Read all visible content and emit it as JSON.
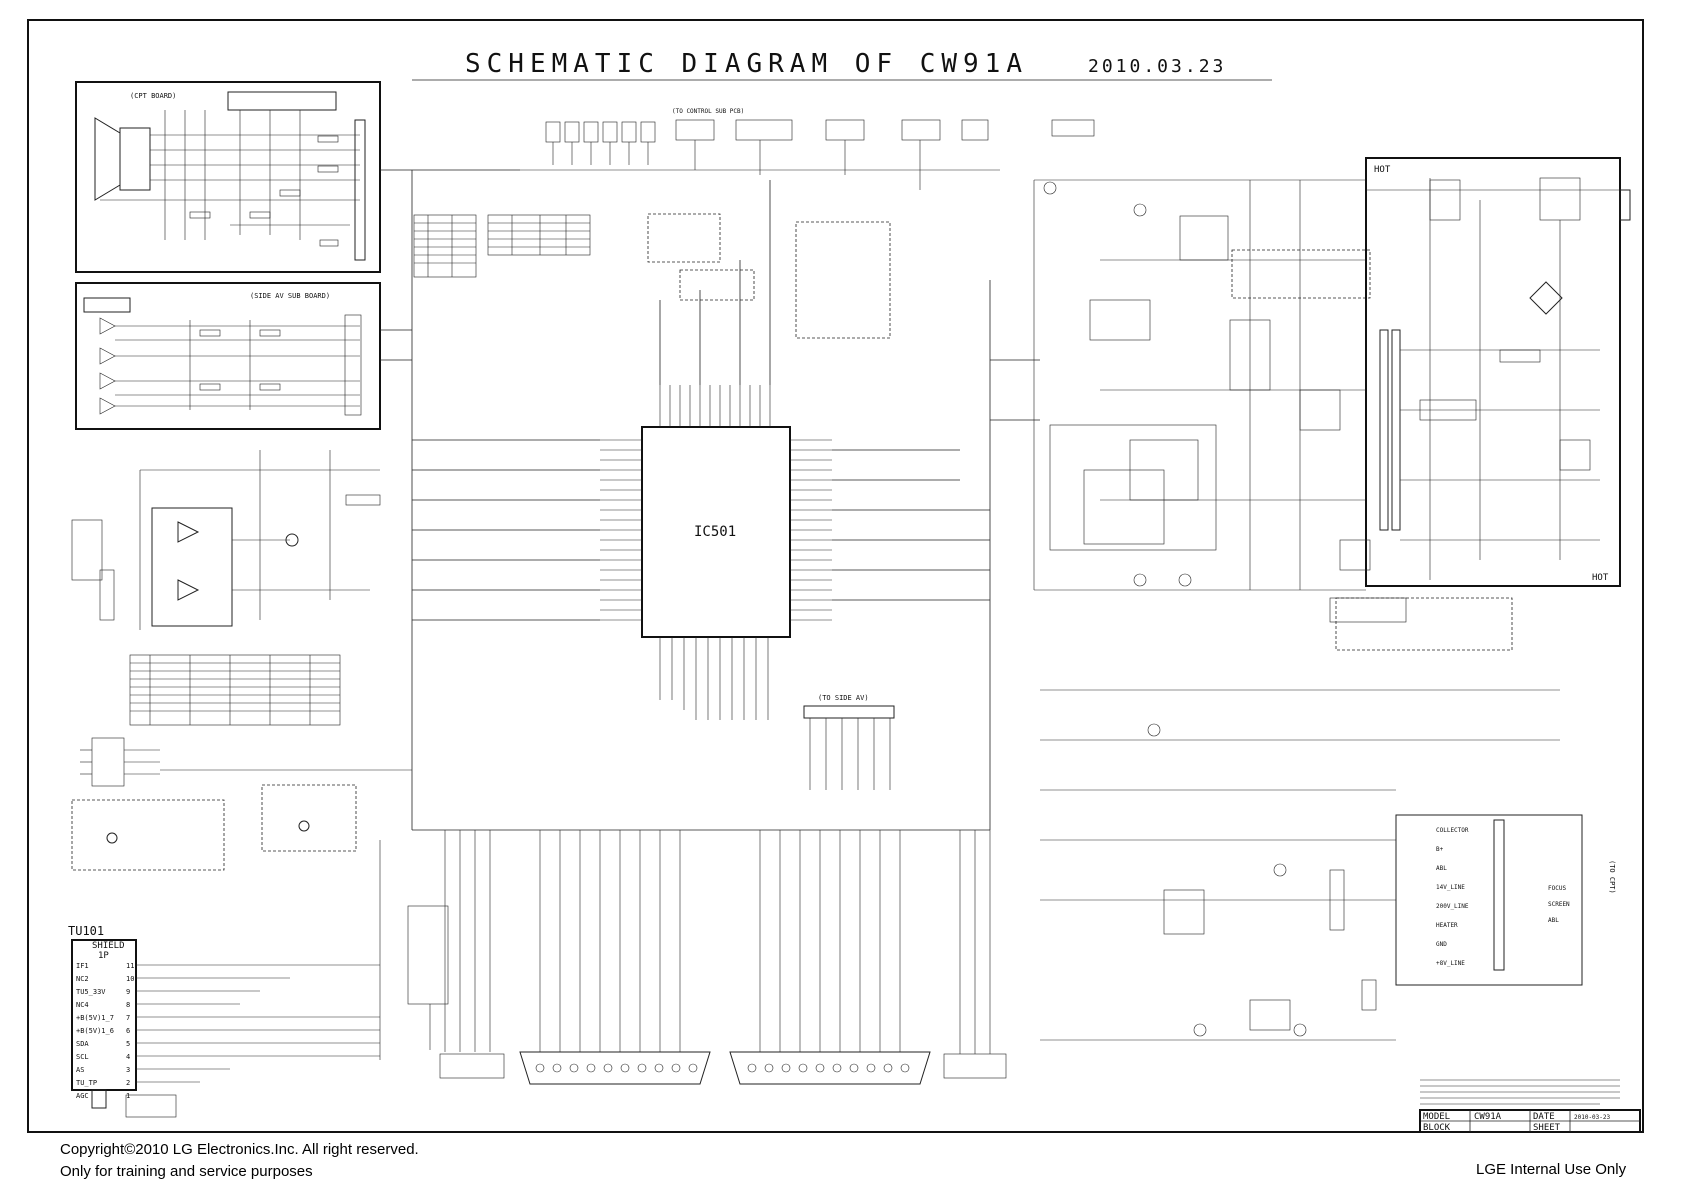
{
  "title": {
    "main": "SCHEMATIC DIAGRAM OF CW91A",
    "date": "2010.03.23"
  },
  "boards": {
    "cpt_board": "(CPT BOARD)",
    "side_av_sub_board": "(SIDE AV SUB BOARD)"
  },
  "chip": {
    "main_ic": "IC501",
    "tuner_ref": "TU101",
    "tuner_type": "SHIELD",
    "tuner_pins": [
      "IF1",
      "NC2",
      "TU5_33V",
      "NC4",
      "+B(5V)1_7",
      "+B(5V)1_6",
      "SDA",
      "SCL",
      "AS",
      "TU_TP",
      "AGC"
    ],
    "tuner_pin_nums": [
      "11",
      "10",
      "9",
      "8",
      "7",
      "6",
      "5",
      "4",
      "3",
      "2",
      "1"
    ],
    "tuner_top_pin": "1P"
  },
  "connectors": {
    "to_side_av": "(TO SIDE AV)",
    "to_control_sub_pcb": "(TO CONTROL SUB PCB)",
    "to_cpt_text": "(TO CPT)"
  },
  "power": {
    "hot_top": "HOT",
    "hot_bottom": "HOT",
    "fbt_pins": [
      "COLLECTOR",
      "B+",
      "ABL",
      "14V_LINE",
      "200V_LINE",
      "HEATER",
      "GND",
      "+8V_LINE"
    ],
    "fbt_right": [
      "FOCUS",
      "SCREEN",
      "ABL"
    ]
  },
  "title_block": {
    "model_label": "MODEL",
    "model_value": "CW91A",
    "date_label": "DATE",
    "date_value": "2010-03-23",
    "block_label": "BLOCK",
    "sheet_label": "SHEET"
  },
  "footer": {
    "copyright": "Copyright©2010 LG Electronics.Inc. All right reserved.",
    "usage": "Only for training and service purposes",
    "internal": "LGE Internal Use Only"
  }
}
